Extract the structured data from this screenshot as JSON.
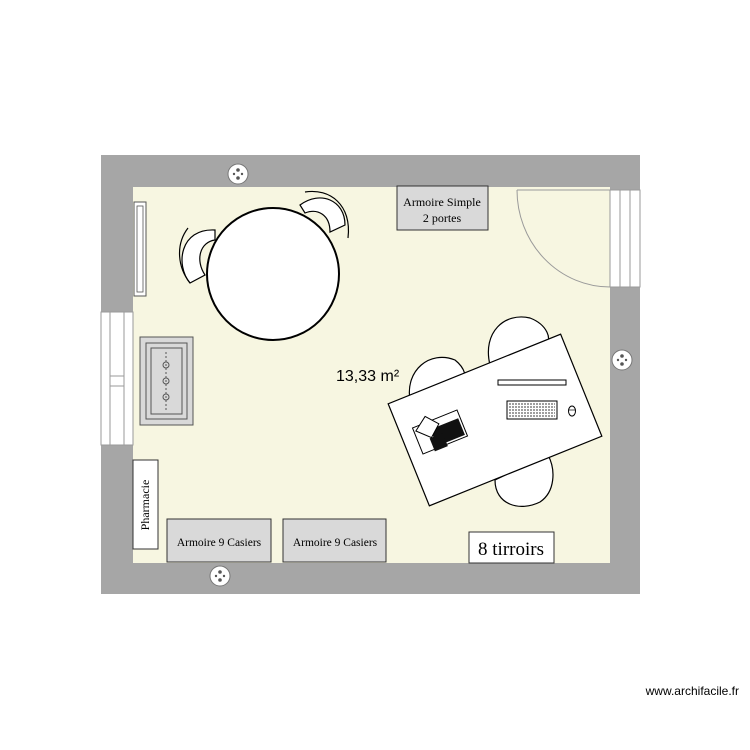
{
  "plan": {
    "area_label": "13,33 m²",
    "colors": {
      "wall": "#a6a6a6",
      "floor": "#f7f6e1",
      "furniture": "#d9d9d9",
      "line": "#000000"
    }
  },
  "furniture": {
    "wardrobe_simple_line1": "Armoire Simple",
    "wardrobe_simple_line2": "2 portes",
    "locker_left": "Armoire 9 Casiers",
    "locker_right": "Armoire 9 Casiers",
    "drawers": "8 tirroirs",
    "pharmacy": "Pharmacie"
  },
  "footer": {
    "watermark": "www.archifacile.fr"
  }
}
